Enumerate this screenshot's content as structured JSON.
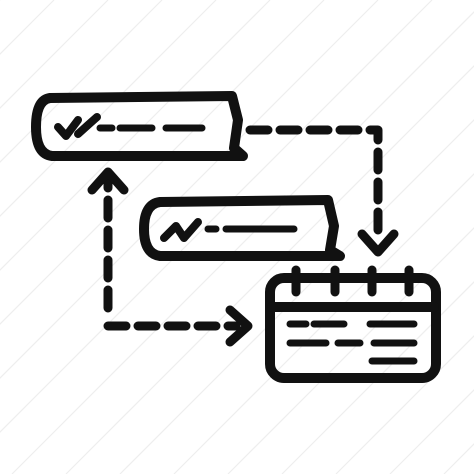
{
  "colors": {
    "background": "#ffffff",
    "watermark_lines": "#eeeeee",
    "ink": "#111111"
  },
  "icon": {
    "name": "task-schedule-flow-icon",
    "parts": [
      "task-card-top",
      "task-card-middle",
      "calendar",
      "dashed-arrow-to-calendar",
      "dashed-arrow-up-to-task",
      "dashed-arrow-right-to-calendar"
    ]
  }
}
